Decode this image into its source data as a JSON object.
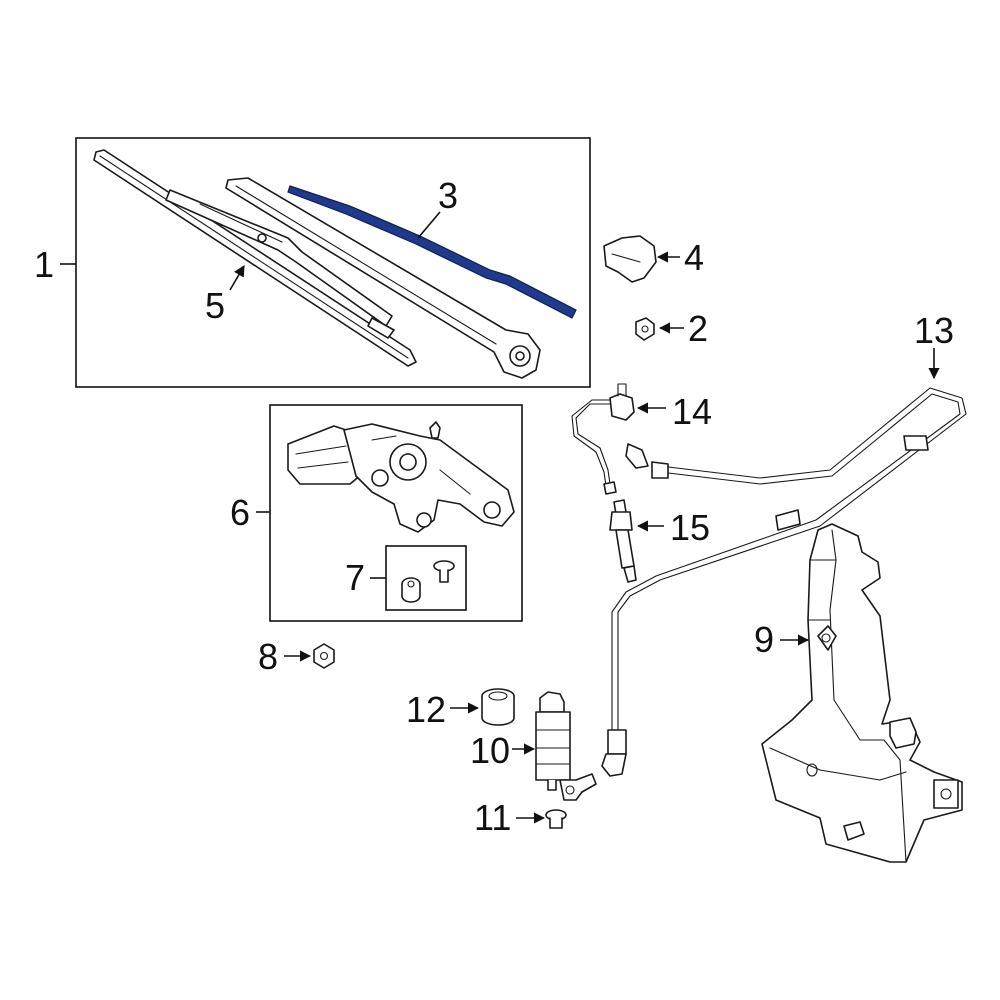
{
  "diagram": {
    "highlight_color": "#1f3a8a",
    "line_color": "#1a1a1a",
    "callouts": {
      "c1": "1",
      "c2": "2",
      "c3": "3",
      "c4": "4",
      "c5": "5",
      "c6": "6",
      "c7": "7",
      "c8": "8",
      "c9": "9",
      "c10": "10",
      "c11": "11",
      "c12": "12",
      "c13": "13",
      "c14": "14",
      "c15": "15"
    }
  }
}
